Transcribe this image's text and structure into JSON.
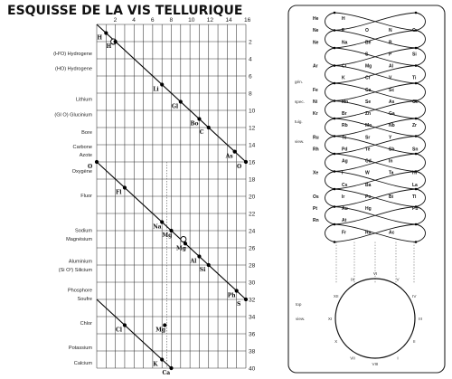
{
  "title": "ESQUISSE DE LA VIS TELLURIQUE",
  "top_scale": [
    "2",
    "4",
    "6",
    "8",
    "10",
    "12",
    "14",
    "16"
  ],
  "right_scale": [
    "2",
    "4",
    "6",
    "8",
    "10",
    "12",
    "14",
    "16",
    "18",
    "20",
    "22",
    "24",
    "26",
    "28",
    "30",
    "32",
    "34",
    "36",
    "38",
    "40"
  ],
  "left_labels": [
    {
      "text": "(H²O) Hydrogene",
      "y": 4
    },
    {
      "text": "(HO) Hydrogene",
      "y": 6
    },
    {
      "text": "Lithium",
      "y": 10
    },
    {
      "text": "(Gl O) Glucinium",
      "y": 12
    },
    {
      "text": "Bore",
      "y": 14.3
    },
    {
      "text": "Carbone",
      "y": 16.2
    },
    {
      "text": "Azote",
      "y": 17.3
    },
    {
      "text": "Oxygène",
      "y": 19.4
    },
    {
      "text": "Fluor",
      "y": 22.6
    },
    {
      "text": "Sodium",
      "y": 27.2
    },
    {
      "text": "Magnésium",
      "y": 28.3
    },
    {
      "text": "Aluminium",
      "y": 31.2
    },
    {
      "text": "(Si O²) Silicium",
      "y": 32.3
    },
    {
      "text": "Phosphore",
      "y": 35.0
    },
    {
      "text": "Soufre",
      "y": 36.1
    },
    {
      "text": "Chlor",
      "y": 39.3
    },
    {
      "text": "Potassium",
      "y": 42.5
    },
    {
      "text": "Calcium",
      "y": 44.5
    }
  ],
  "points": [
    {
      "sym": "H",
      "x": 1,
      "y": 1,
      "open": false
    },
    {
      "sym": "",
      "x": 1.8,
      "y": 2,
      "open": true
    },
    {
      "sym": "H",
      "x": 2,
      "y": 2,
      "open": false
    },
    {
      "sym": "Li",
      "x": 7,
      "y": 7,
      "open": false
    },
    {
      "sym": "Gl",
      "x": 9,
      "y": 9,
      "open": false
    },
    {
      "sym": "Bo",
      "x": 11,
      "y": 11,
      "open": false
    },
    {
      "sym": "C",
      "x": 12,
      "y": 12,
      "open": false
    },
    {
      "sym": "As",
      "x": 14.8,
      "y": 14.8,
      "open": false
    },
    {
      "sym": "O",
      "x": 16,
      "y": 16,
      "open": false
    },
    {
      "sym": "O",
      "x": 0,
      "y": 16,
      "open": false
    },
    {
      "sym": "Fl",
      "x": 3,
      "y": 19,
      "open": false
    },
    {
      "sym": "Na",
      "x": 7,
      "y": 23,
      "open": false
    },
    {
      "sym": "Mg",
      "x": 8,
      "y": 24,
      "open": false
    },
    {
      "sym": "",
      "x": 9.3,
      "y": 25,
      "open": true
    },
    {
      "sym": "Mg",
      "x": 9.5,
      "y": 25.5,
      "open": false
    },
    {
      "sym": "Al",
      "x": 11,
      "y": 27,
      "open": false
    },
    {
      "sym": "Si",
      "x": 12,
      "y": 28,
      "open": false
    },
    {
      "sym": "Ph",
      "x": 15,
      "y": 31,
      "open": false
    },
    {
      "sym": "S",
      "x": 16,
      "y": 32,
      "open": false
    },
    {
      "sym": "Cl",
      "x": 3,
      "y": 35,
      "open": false
    },
    {
      "sym": "Mg",
      "x": 7.3,
      "y": 35,
      "open": false
    },
    {
      "sym": "K",
      "x": 7,
      "y": 39,
      "open": false
    },
    {
      "sym": "Ca",
      "x": 8,
      "y": 40,
      "open": false
    }
  ],
  "right_panel": {
    "elements": [
      [
        "He",
        "H",
        "",
        "",
        ""
      ],
      [
        "Ne",
        "F",
        "O",
        "N",
        "C"
      ],
      [
        "Ne",
        "Na",
        "Be",
        "B",
        "",
        ""
      ],
      [
        "",
        "",
        "S",
        "P",
        "Si"
      ],
      [
        "Ar",
        "Cl",
        "Mg",
        "Al",
        ""
      ],
      [
        "",
        "K",
        "Cr",
        "V",
        "Ti"
      ],
      [
        "Fe",
        "",
        "Ca",
        "Sc",
        ""
      ],
      [
        "Ni",
        "Mn",
        "Se",
        "As",
        "Ge"
      ],
      [
        "Kr",
        "Br",
        "Zn",
        "Ga",
        ""
      ],
      [
        "",
        "Rb",
        "Mo",
        "Nb",
        "Zr"
      ],
      [
        "Ru",
        "Tc",
        "Sr",
        "Y",
        ""
      ],
      [
        "Rh",
        "Pd",
        "Te",
        "Sb",
        "Sn"
      ],
      [
        "",
        "Ag",
        "Cd",
        "In",
        ""
      ],
      [
        "Xe",
        "I",
        "W",
        "Ta",
        "Hf"
      ],
      [
        "",
        "Cs",
        "Ba",
        "",
        "La"
      ],
      [
        "Os",
        "Ir",
        "Po",
        "Bi",
        "Tl"
      ],
      [
        "Pt",
        "Au",
        "Hg",
        "",
        "Pb"
      ],
      [
        "Rn",
        "At",
        "",
        "",
        ""
      ],
      [
        "",
        "Fr",
        "Ra",
        "Ac",
        ""
      ]
    ],
    "side_labels": [
      "gén.",
      "spec.",
      "tuig.",
      "view."
    ],
    "bottom_side_labels": [
      "top",
      "view."
    ],
    "circle_labels": [
      "VI",
      "V",
      "IV",
      "III",
      "II",
      "I",
      "VIII",
      "VII",
      "X",
      "XI",
      "XII",
      "IX"
    ]
  }
}
